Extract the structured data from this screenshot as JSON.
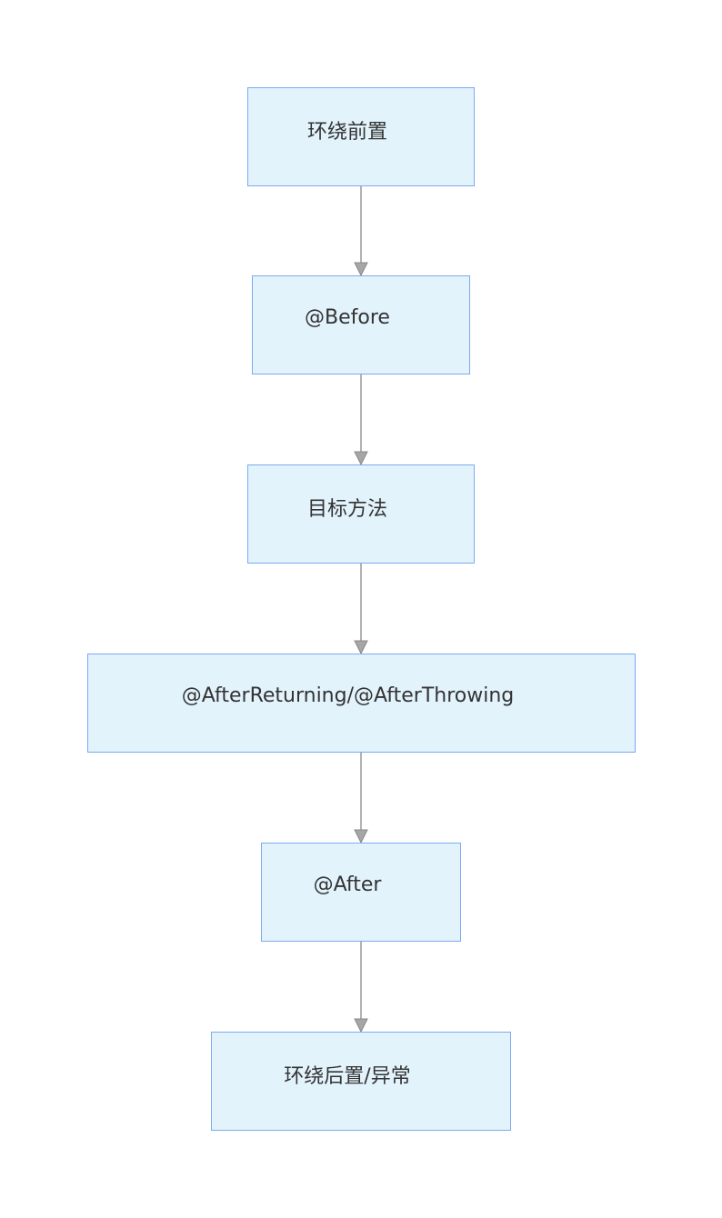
{
  "diagram": {
    "type": "flowchart",
    "direction": "top-to-bottom",
    "colors": {
      "node_fill": "#e3f3fc",
      "node_border": "#7aaaf0",
      "edge": "#999999",
      "text": "#333333"
    },
    "nodes": [
      {
        "id": "around-before",
        "label": "环绕前置"
      },
      {
        "id": "before",
        "label": "@Before"
      },
      {
        "id": "target-method",
        "label": "目标方法"
      },
      {
        "id": "after-returning-throwing",
        "label": "@AfterReturning/@AfterThrowing"
      },
      {
        "id": "after",
        "label": "@After"
      },
      {
        "id": "around-after",
        "label": "环绕后置/异常"
      }
    ],
    "edges": [
      {
        "from": "around-before",
        "to": "before"
      },
      {
        "from": "before",
        "to": "target-method"
      },
      {
        "from": "target-method",
        "to": "after-returning-throwing"
      },
      {
        "from": "after-returning-throwing",
        "to": "after"
      },
      {
        "from": "after",
        "to": "around-after"
      }
    ]
  }
}
